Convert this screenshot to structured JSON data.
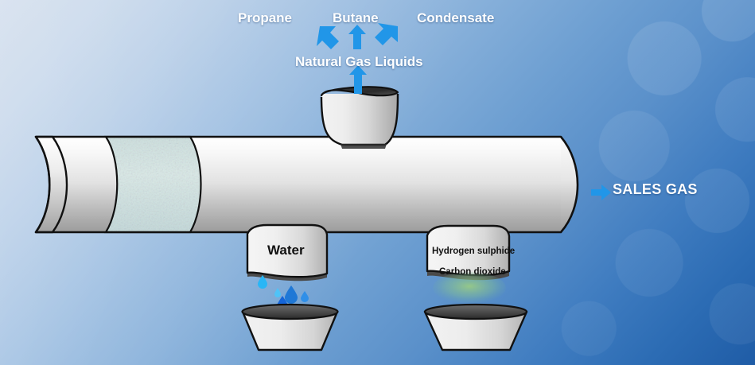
{
  "diagram": {
    "title_labels": {
      "propane": "Propane",
      "butane": "Butane",
      "condensate": "Condensate",
      "natural_gas_liquids": "Natural Gas Liquids",
      "sales_gas": "SALES GAS"
    },
    "vessels": [
      {
        "name": "top-separator-tower",
        "label": ""
      },
      {
        "name": "water-vessel",
        "label": "Water"
      },
      {
        "name": "acid-gas-vessel",
        "label_1": "Hydrogen sulphide",
        "label_2": "Carbon dioxide"
      }
    ],
    "vessel_labels": {
      "water": "Water",
      "hydrogen_sulphide": "Hydrogen sulphide",
      "carbon_dioxide": "Carbon dioxide"
    },
    "arrows": [
      {
        "name": "arrow-propane",
        "direction": "up-left"
      },
      {
        "name": "arrow-butane",
        "direction": "up"
      },
      {
        "name": "arrow-condensate",
        "direction": "up-right"
      },
      {
        "name": "arrow-natural-gas-liquids",
        "direction": "up"
      },
      {
        "name": "arrow-sales-gas",
        "direction": "right"
      }
    ],
    "colors": {
      "arrow_blue": "#2196e8",
      "background_light": "#ccd9ea",
      "background_dark": "#1f5ca6",
      "pipe_light": "#fcfcfc",
      "pipe_shadow": "#9a9a9a",
      "outline": "#111111",
      "filter_section": "#cfe3e2",
      "droplet_blue": "#1f78d6"
    },
    "droplets": [
      {
        "name": "droplet-1",
        "size": "small"
      },
      {
        "name": "droplet-2",
        "size": "tiny"
      },
      {
        "name": "droplet-3",
        "size": "medium"
      },
      {
        "name": "droplet-4",
        "size": "large"
      },
      {
        "name": "droplet-5",
        "size": "small"
      }
    ],
    "basins": [
      {
        "name": "water-basin"
      },
      {
        "name": "acid-gas-basin"
      }
    ]
  }
}
